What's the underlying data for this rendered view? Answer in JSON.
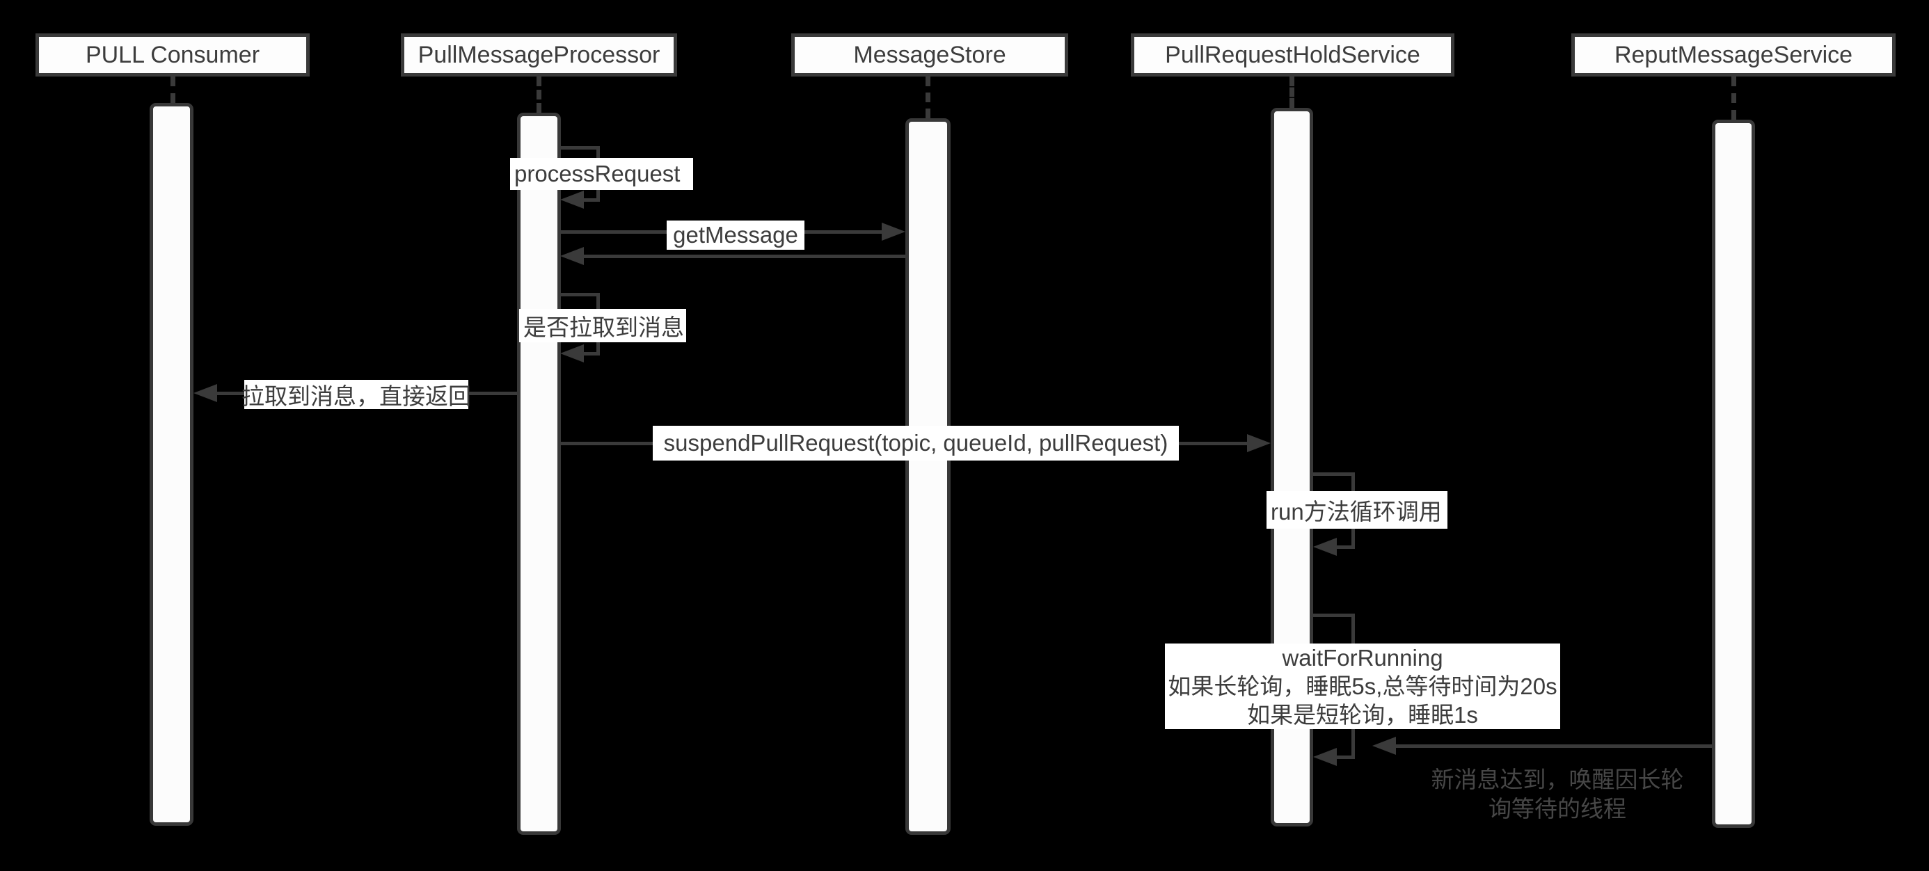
{
  "diagram": {
    "title": "RocketMQ pull message long-polling sequence diagram",
    "colors": {
      "background": "#000000",
      "line": "#3a3a3a",
      "box_fill": "#fdfdfd",
      "bar_fill": "#fcfcfc",
      "label_bg": "#ffffff",
      "label_text": "#3d3d3d",
      "note_text": "#474747"
    },
    "participants": [
      {
        "id": "pull-consumer",
        "label": "PULL Consumer"
      },
      {
        "id": "pull-message-processor",
        "label": "PullMessageProcessor"
      },
      {
        "id": "message-store",
        "label": "MessageStore"
      },
      {
        "id": "pull-request-hold-service",
        "label": "PullRequestHoldService"
      },
      {
        "id": "reput-message-service",
        "label": "ReputMessageService"
      }
    ],
    "messages": [
      {
        "type": "self-call",
        "from": "PullMessageProcessor",
        "to": "PullMessageProcessor",
        "label": "processRequest"
      },
      {
        "type": "call",
        "from": "PullMessageProcessor",
        "to": "MessageStore",
        "label": "getMessage"
      },
      {
        "type": "return",
        "from": "MessageStore",
        "to": "PullMessageProcessor",
        "label": ""
      },
      {
        "type": "self-call",
        "from": "PullMessageProcessor",
        "to": "PullMessageProcessor",
        "label": "是否拉取到消息"
      },
      {
        "type": "call",
        "from": "PullMessageProcessor",
        "to": "PULL Consumer",
        "label": "拉取到消息，直接返回"
      },
      {
        "type": "call",
        "from": "PullMessageProcessor",
        "to": "PullRequestHoldService",
        "label": "suspendPullRequest(topic, queueId, pullRequest)"
      },
      {
        "type": "self-call",
        "from": "PullRequestHoldService",
        "to": "PullRequestHoldService",
        "label": "run方法循环调用"
      },
      {
        "type": "self-call",
        "from": "PullRequestHoldService",
        "to": "PullRequestHoldService",
        "label": "waitForRunning 如果长轮询，睡眠5s,总等待时间为20s 如果是短轮询，睡眠1s",
        "lines": [
          "waitForRunning",
          "如果长轮询，睡眠5s,总等待时间为20s",
          "如果是短轮询，睡眠1s"
        ]
      },
      {
        "type": "call",
        "from": "ReputMessageService",
        "to": "PullRequestHoldService",
        "label": "新消息达到，唤醒因长轮询等待的线程",
        "lines": [
          "新消息达到，唤醒因长轮",
          "询等待的线程"
        ]
      }
    ]
  }
}
